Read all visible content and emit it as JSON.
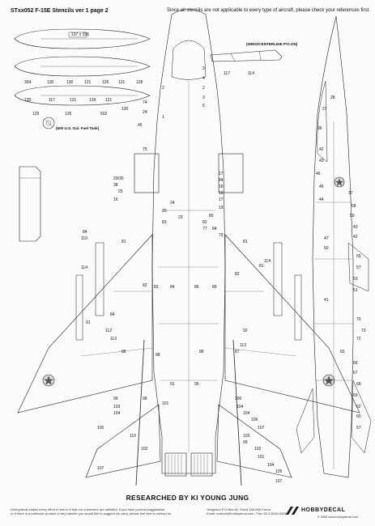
{
  "header": {
    "title": "STxx052 F-15E Stencils ver 1 page 2",
    "note": "Since all stencils are not applicable to every type of aircraft, please check your references first."
  },
  "captions": {
    "tank": "(600 U.S. Gal. Fuel Tank)",
    "pylon": "(WING/CENTERLINE PYLON)"
  },
  "tank_labels": [
    "137 x 156",
    "304",
    "130",
    "130",
    "121",
    "126",
    "131",
    "128",
    "130",
    "117",
    "131",
    "139",
    "121",
    "130",
    "502",
    "129",
    "126"
  ],
  "pylon_labels": [
    "117",
    "114"
  ],
  "top_view_labels": [
    "3",
    "4",
    "2",
    "2",
    "3",
    "74",
    "5",
    "24",
    "1",
    "45",
    "75",
    "29/30",
    "38",
    "25",
    "16",
    "17",
    "84",
    "18",
    "19",
    "17",
    "24",
    "19",
    "20",
    "23",
    "80",
    "82",
    "83",
    "77",
    "84",
    "79",
    "84",
    "110",
    "114",
    "81",
    "81",
    "82",
    "83",
    "84",
    "86",
    "89",
    "82",
    "81",
    "114",
    "91",
    "84",
    "112",
    "113",
    "88",
    "87",
    "92",
    "113",
    "88",
    "88",
    "91",
    "95",
    "98",
    "99",
    "103",
    "101",
    "104",
    "105",
    "110",
    "102",
    "107",
    "100",
    "104",
    "104",
    "106",
    "107",
    "103",
    "99",
    "102",
    "101",
    "104",
    "105",
    "107"
  ],
  "side_view_labels": [
    "28",
    "27",
    "36",
    "42",
    "43",
    "46",
    "45",
    "44",
    "37",
    "58",
    "59",
    "43",
    "42",
    "47",
    "50",
    "55",
    "57",
    "53",
    "51",
    "41",
    "70",
    "73",
    "72",
    "65",
    "66",
    "67",
    "68",
    "69",
    "62",
    "60",
    "57"
  ],
  "research": "RESEARCHED BY KI YOUNG JUNG",
  "footer": {
    "left_line1": "Hobbydecal makes every effort to see to it that our customers are satisfied. If you have product suggestions",
    "left_line2": "or if there is a particular product of any transfer you would like to suggest we carry, please feel free to contact us.",
    "mid_line1": "Yangchun P.O.Box.90, Seoul 158-655 Korea",
    "mid_line2": "Email: custom@hobbydecal.com / Fax: 82-2-6254-6508",
    "brand": "HOBBYDECAL",
    "brand_sub": "© 2005 www.hobbydecal.com"
  },
  "icons": [
    "hobbydecal-logo-icon",
    "roundel-star-icon"
  ]
}
